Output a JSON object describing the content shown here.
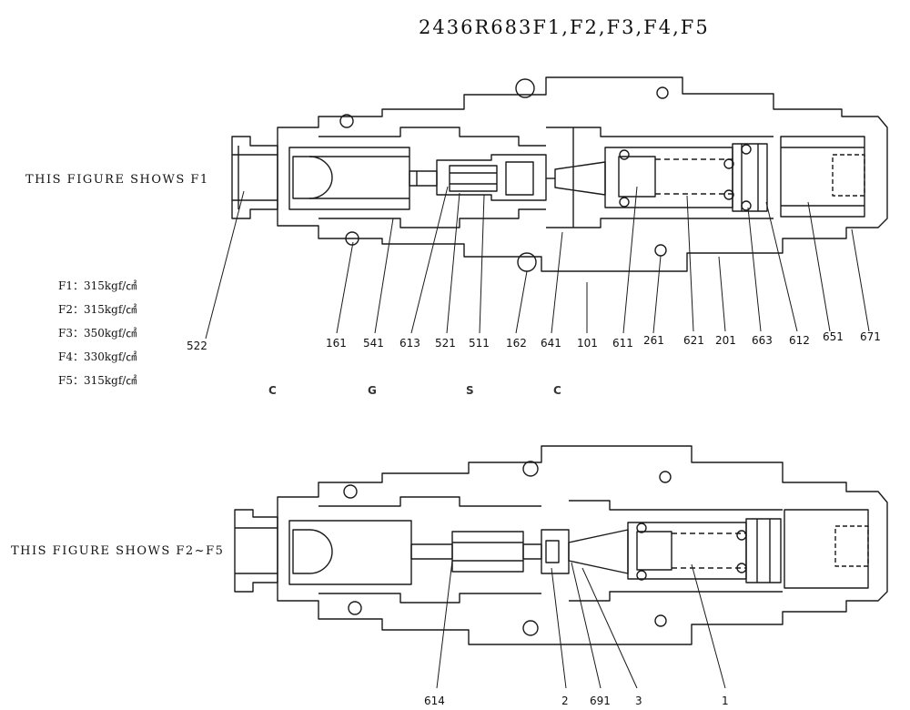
{
  "title": "2436R683F1,F2,F3,F4,F5",
  "figure1": {
    "caption": "THIS FIGURE SHOWS F1",
    "callouts": [
      "522",
      "161",
      "541",
      "613",
      "521",
      "511",
      "162",
      "641",
      "101",
      "611",
      "261",
      "621",
      "201",
      "663",
      "612",
      "651",
      "671"
    ]
  },
  "pressures": [
    "F1：315kgf/㎠",
    "F2：315kgf/㎠",
    "F3：350kgf/㎠",
    "F4：330kgf/㎠",
    "F5：315kgf/㎠"
  ],
  "figure2": {
    "caption": "THIS FIGURE SHOWS F2~F5",
    "callouts": [
      "614",
      "2",
      "691",
      "3",
      "1"
    ]
  },
  "watermark": {
    "letters": [
      "C",
      "G",
      "S",
      "C"
    ],
    "colors": [
      "#6d9eeb",
      "#ea6d6d",
      "#f6d55c",
      "#2e9b6a"
    ]
  }
}
